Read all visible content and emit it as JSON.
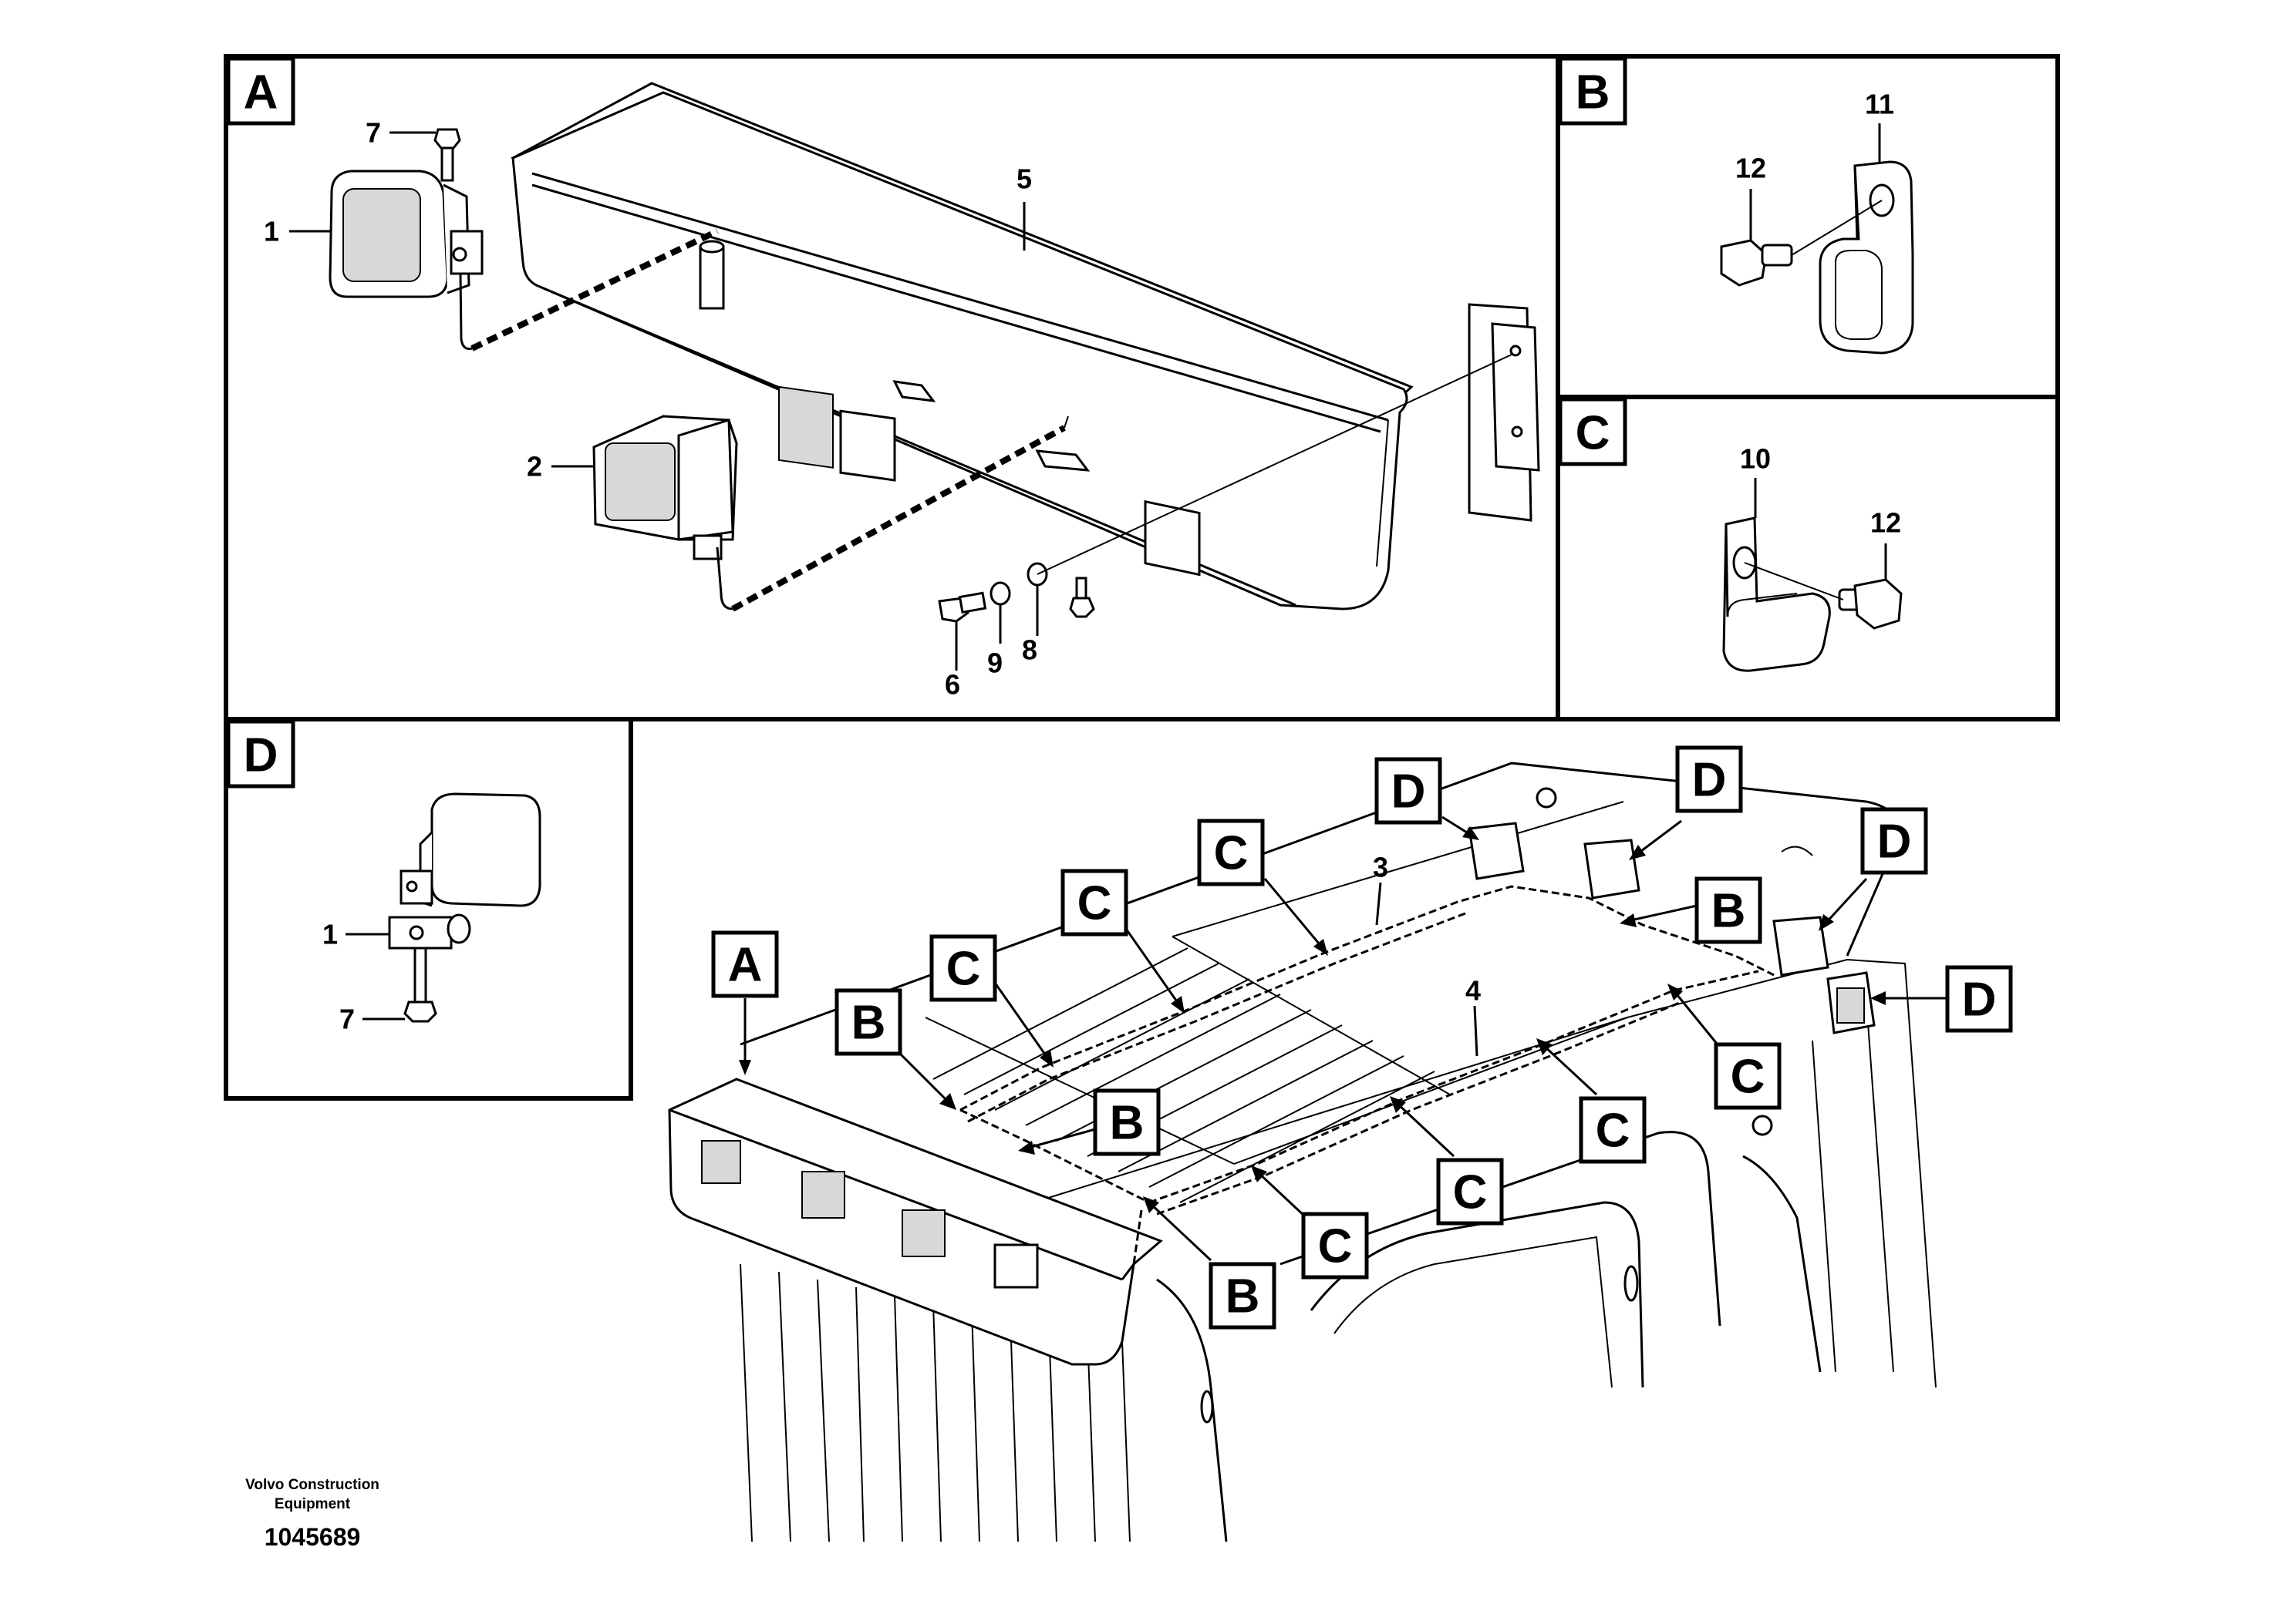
{
  "panels": {
    "A": "A",
    "B": "B",
    "C": "C",
    "D": "D"
  },
  "part_numbers": {
    "p1": "1",
    "p2": "2",
    "p3": "3",
    "p4": "4",
    "p5": "5",
    "p6": "6",
    "p7": "7",
    "p8": "8",
    "p9": "9",
    "p10": "10",
    "p11": "11",
    "p12": "12"
  },
  "overview_callouts": {
    "A": "A",
    "B": "B",
    "C": "C",
    "D": "D"
  },
  "footer": {
    "company_line1": "Volvo Construction",
    "company_line2": "Equipment",
    "drawing_number": "1045689"
  }
}
